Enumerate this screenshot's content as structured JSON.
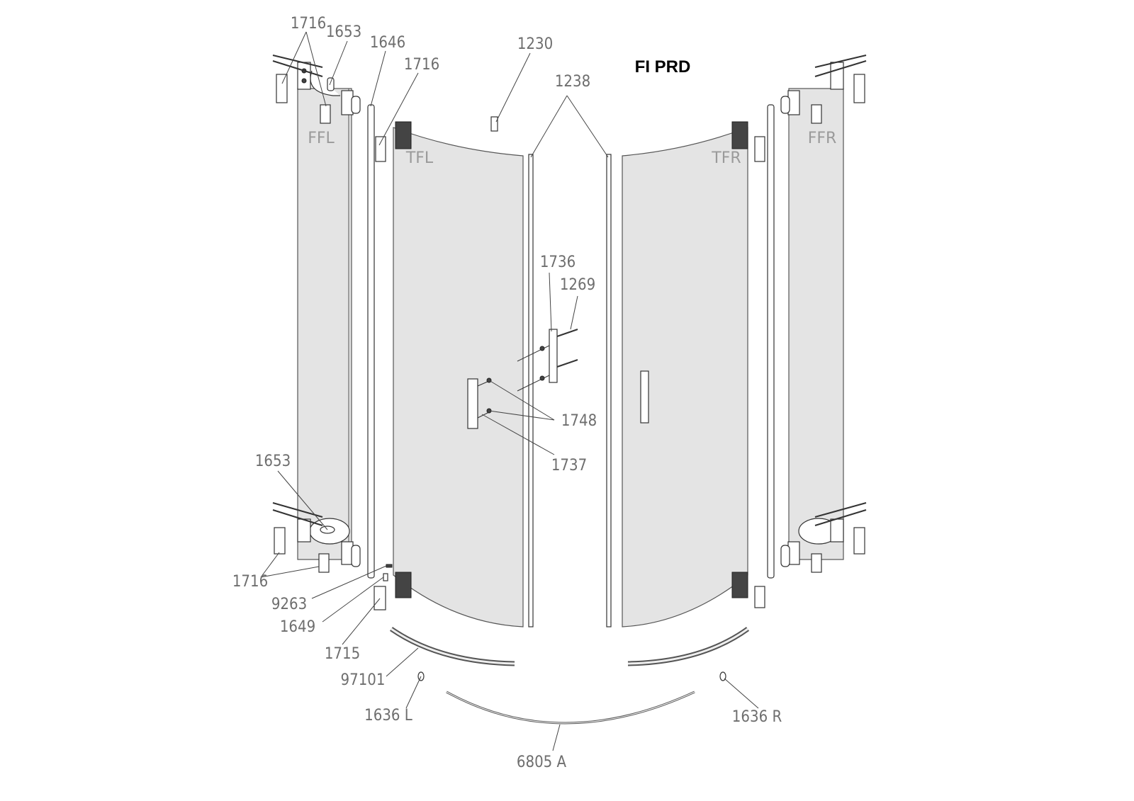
{
  "title": "FI PRD",
  "panel_codes": {
    "ffl": "FFL",
    "tfl": "TFL",
    "tfr": "TFR",
    "ffr": "FFR"
  },
  "part_labels": {
    "p1716_top": "1716",
    "p1653_top": "1653",
    "p1646": "1646",
    "p1716_mid": "1716",
    "p1230": "1230",
    "p1238": "1238",
    "p1736": "1736",
    "p1269": "1269",
    "p1748": "1748",
    "p1737": "1737",
    "p1653_bottom": "1653",
    "p1716_bottom": "1716",
    "p9263": "9263",
    "p1649": "1649",
    "p1715": "1715",
    "p97101": "97101",
    "p1636L": "1636 L",
    "p6805A": "6805 A",
    "p1636R": "1636 R"
  }
}
